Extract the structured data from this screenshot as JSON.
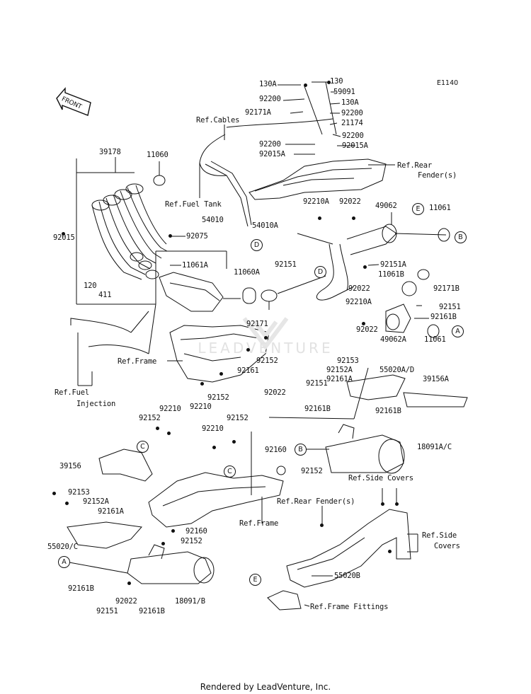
{
  "diagram_code": "E1140",
  "front_label": "FRONT",
  "watermark": "LEADVENTURE",
  "footer": "Rendered by LeadVenture, Inc.",
  "labels": {
    "l130A": "130A",
    "l130": "130",
    "l92200a": "92200",
    "l59091": "59091",
    "l130A2": "130A",
    "l92171A": "92171A",
    "l92200b": "92200",
    "l21174": "21174",
    "l92200c": "92200",
    "l92200d": "92200",
    "l92015A_1": "92015A",
    "l92015A_2": "92015A",
    "refCables": "Ref.Cables",
    "refRearFender1": "Ref.Rear",
    "refRearFender2": "Fender(s)",
    "l39178": "39178",
    "l11060": "11060",
    "refFuelTank": "Ref.Fuel Tank",
    "l92210A_1": "92210A",
    "l92022a": "92022",
    "l49062": "49062",
    "l11061a": "11061",
    "l92015": "92015",
    "l54010": "54010",
    "l54010A": "54010A",
    "l92075": "92075",
    "l11061A": "11061A",
    "l92151a": "92151",
    "l92151A": "92151A",
    "l11061B": "11061B",
    "l11060A": "11060A",
    "l92022b": "92022",
    "l92171B": "92171B",
    "l120": "120",
    "l411": "411",
    "l92210A_2": "92210A",
    "l92151b": "92151",
    "l92161B_1": "92161B",
    "l92171": "92171",
    "l92022c": "92022",
    "l49062A": "49062A",
    "l11061b": "11061",
    "refFrame1": "Ref.Frame",
    "l92152a": "92152",
    "l92161": "92161",
    "l92153a": "92153",
    "l92152A_1": "92152A",
    "l55020AD": "55020A/D",
    "l92161A_1": "92161A",
    "l39156A": "39156A",
    "refFuel1": "Ref.Fuel",
    "refFuel2": "Injection",
    "l92152b": "92152",
    "l92210a": "92210",
    "l92022d": "92022",
    "l92151c": "92151",
    "l92210b": "92210",
    "l92152c": "92152",
    "l92161B_2": "92161B",
    "l92161B_3": "92161B",
    "l92210c": "92210",
    "l92152d": "92152",
    "l92160a": "92160",
    "l18091AC": "18091A/C",
    "l92152e": "92152",
    "l39156": "39156",
    "refRearSideCovers": "Ref.Side Covers",
    "l92153b": "92153",
    "l92152A_2": "92152A",
    "l92161A_2": "92161A",
    "refRearFender3": "Ref.Rear Fender(s)",
    "refFrame2": "Ref.Frame",
    "l92160b": "92160",
    "l55020C": "55020/C",
    "l92152f": "92152",
    "refSide1": "Ref.Side",
    "refSide2": "Covers",
    "l92161B_4": "92161B",
    "l92022e": "92022",
    "l92151d": "92151",
    "l92161B_5": "92161B",
    "l18091B": "18091/B",
    "l55020B": "55020B",
    "refFrameFittings": "Ref.Frame Fittings"
  },
  "callouts": {
    "D1": "D",
    "E1": "E",
    "B1": "B",
    "D2": "D",
    "A1": "A",
    "C1": "C",
    "B2": "B",
    "C2": "C",
    "A2": "A",
    "E2": "E"
  }
}
